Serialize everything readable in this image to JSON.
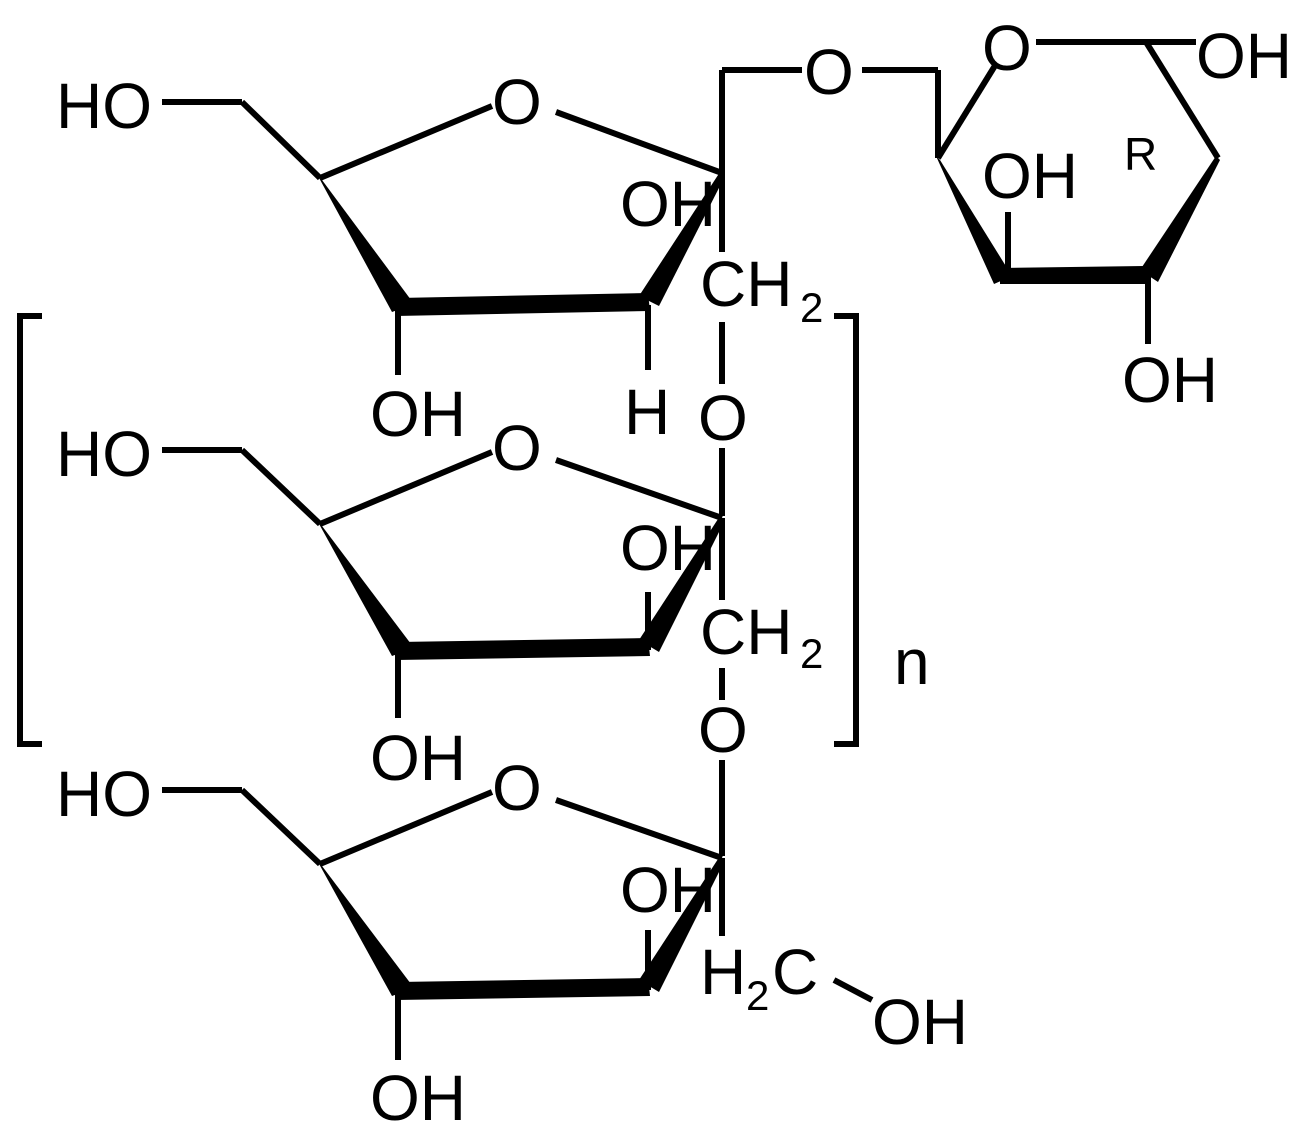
{
  "labels": {
    "ho": "HO",
    "oh": "OH",
    "o": "O",
    "h": "H",
    "r": "R",
    "c": "C",
    "c_h2": "CH",
    "h2_c_h": "H",
    "sub_2": "2",
    "repeat_n": "n"
  }
}
